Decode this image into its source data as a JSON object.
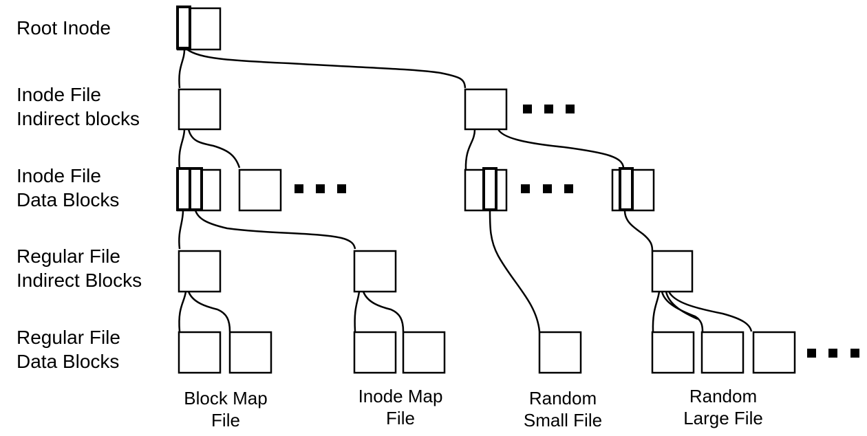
{
  "row_labels": {
    "root": "Root Inode",
    "inode_indirect": "Inode File\nIndirect blocks",
    "inode_data": "Inode File\nData Blocks",
    "regular_indirect": "Regular File\nIndirect Blocks",
    "regular_data": "Regular File\nData Blocks"
  },
  "file_labels": {
    "block_map": "Block Map\nFile",
    "inode_map": "Inode Map\nFile",
    "random_small": "Random\nSmall File",
    "random_large": "Random\nLarge File"
  },
  "colors": {
    "stroke": "#000000",
    "background": "#ffffff"
  }
}
